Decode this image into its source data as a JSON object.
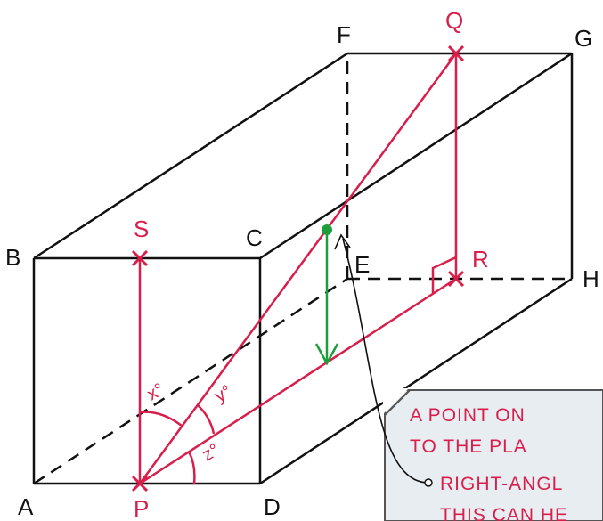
{
  "vertices": {
    "A": "A",
    "B": "B",
    "C": "C",
    "D": "D",
    "E": "E",
    "F": "F",
    "G": "G",
    "H": "H"
  },
  "points": {
    "P": "P",
    "Q": "Q",
    "R": "R",
    "S": "S"
  },
  "angles": {
    "x": "x°",
    "y": "y°",
    "z": "z°"
  },
  "note": {
    "line1": "A POINT ON",
    "line2": "TO THE PLA",
    "line3": "RIGHT-ANGL",
    "line4": "THIS CAN HE"
  },
  "colors": {
    "edge": "#111111",
    "construction": "#d81e4a",
    "projection": "#1e9e3a",
    "note_bg": "#e8edf1",
    "note_border": "#555555",
    "note_text": "#d81e4a"
  }
}
